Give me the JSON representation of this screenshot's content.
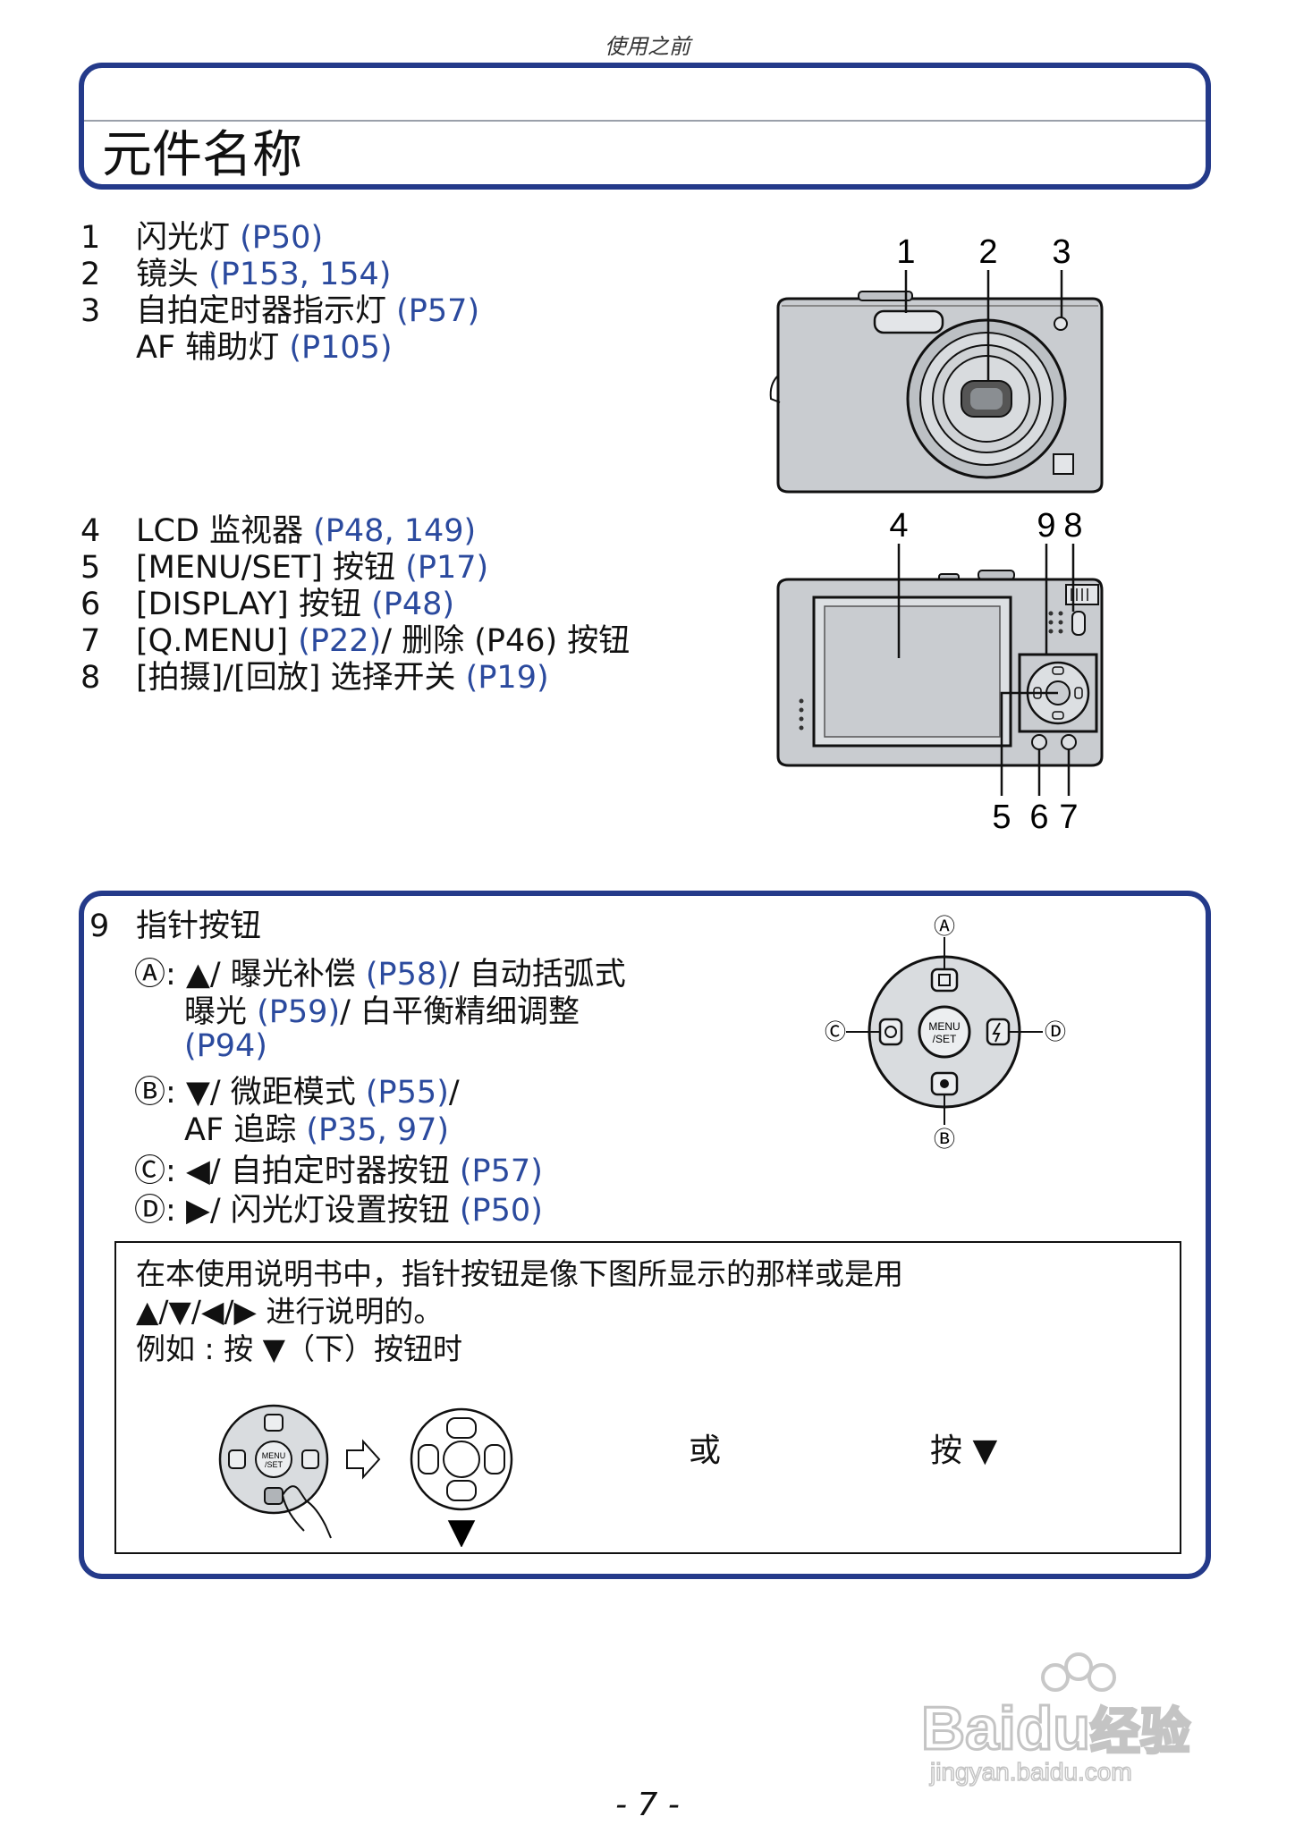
{
  "header": {
    "running_head": "使用之前",
    "title": "元件名称"
  },
  "front_list": [
    {
      "num": "1",
      "text": "闪光灯 ",
      "ref": "(P50)",
      "after": ""
    },
    {
      "num": "2",
      "text": "镜头 ",
      "ref": "(P153, 154)",
      "after": ""
    },
    {
      "num": "3",
      "text": "自拍定时器指示灯 ",
      "ref": "(P57)",
      "after": ""
    },
    {
      "num": "",
      "text": "AF 辅助灯 ",
      "ref": "(P105)",
      "after": ""
    }
  ],
  "back_list": [
    {
      "num": "4",
      "text": "LCD 监视器 ",
      "ref": "(P48, 149)",
      "after": ""
    },
    {
      "num": "5",
      "text": "[MENU/SET] 按钮 ",
      "ref": "(P17)",
      "after": ""
    },
    {
      "num": "6",
      "text": "[DISPLAY] 按钮 ",
      "ref": "(P48)",
      "after": ""
    },
    {
      "num": "7",
      "text": "[Q.MENU] ",
      "ref": "(P22)",
      "after": "/ 删除 (P46) 按钮"
    },
    {
      "num": "8",
      "text": "[拍摄]/[回放] 选择开关 ",
      "ref": "(P19)",
      "after": ""
    }
  ],
  "front_callouts": [
    "1",
    "2",
    "3"
  ],
  "back_callouts_top": [
    "4",
    "9",
    "8"
  ],
  "back_callouts_bottom": [
    "5",
    "6",
    "7"
  ],
  "cursor_section": {
    "num": "9",
    "title": "指针按钮",
    "items": [
      {
        "label": "Ⓐ:",
        "line1": "▲/ 曝光补偿 ",
        "ref1": "(P58)",
        "after1": "/ 自动括弧式",
        "line2": "曝光 ",
        "ref2": "(P59)",
        "after2": "/ 白平衡精细调整",
        "line3ref": "(P94)"
      },
      {
        "label": "Ⓑ:",
        "line1": "▼/ 微距模式 ",
        "ref1": "(P55)",
        "after1": "/",
        "line2": "AF 追踪 ",
        "ref2": "(P35, 97)",
        "after2": ""
      },
      {
        "label": "Ⓒ:",
        "line1": "◀/ 自拍定时器按钮 ",
        "ref1": "(P57)",
        "after1": ""
      },
      {
        "label": "Ⓓ:",
        "line1": "▶/ 闪光灯设置按钮 ",
        "ref1": "(P50)",
        "after1": ""
      }
    ],
    "diagram_labels": {
      "a": "Ⓐ",
      "b": "Ⓑ",
      "c": "Ⓒ",
      "d": "Ⓓ",
      "center_top": "MENU",
      "center_bottom": "/SET"
    }
  },
  "note": {
    "line1": "在本使用说明书中，指针按钮是像下图所显示的那样或是用",
    "line2": "▲/▼/◀/▶ 进行说明的。",
    "line3": "例如 : 按 ▼（下）按钮时",
    "or_text": "或",
    "press_text": "按 ▼",
    "arrow_below": "▼",
    "small_center_top": "MENU",
    "small_center_bottom": "/SET"
  },
  "footer": {
    "page_number": "- 7 -"
  },
  "watermark": {
    "brand": "Bai",
    "brand2": "du",
    "cn": "经验",
    "url": "jingyan.baidu.com"
  },
  "colors": {
    "frame": "#243a8a",
    "ref": "#2b4a9e"
  }
}
